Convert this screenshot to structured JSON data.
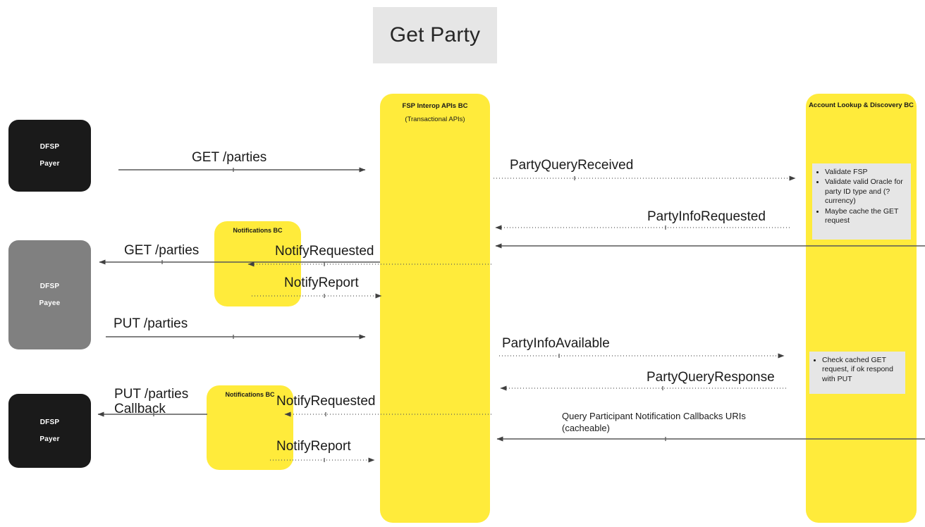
{
  "diagram": {
    "title": "Get Party",
    "type": "sequence-diagram"
  },
  "actors": [
    {
      "id": "dfsp-payer-top",
      "line1": "DFSP",
      "line2": "Payer",
      "color": "#1a1a1a"
    },
    {
      "id": "dfsp-payee",
      "line1": "DFSP",
      "line2": "Payee",
      "color": "#808080"
    },
    {
      "id": "dfsp-payer-bot",
      "line1": "DFSP",
      "line2": "Payer",
      "color": "#1a1a1a"
    }
  ],
  "lifelines": [
    {
      "id": "fsp-interop",
      "title": "FSP Interop APIs BC",
      "subtitle": "(Transactional APIs)",
      "color": "#ffeb3b"
    },
    {
      "id": "account-lookup",
      "title": "Account Lookup & Discovery BC",
      "subtitle": "",
      "color": "#ffeb3b"
    }
  ],
  "notification_boxes": [
    {
      "id": "notif-top",
      "title": "Notifications BC",
      "color": "#ffeb3b"
    },
    {
      "id": "notif-bot",
      "title": "Notifications BC",
      "color": "#ffeb3b"
    }
  ],
  "notes": [
    {
      "id": "note-validate",
      "bullets": [
        "Validate FSP",
        "Validate valid Oracle for party ID type and (?currency)",
        "Maybe cache the GET request"
      ]
    },
    {
      "id": "note-cached",
      "bullets": [
        "Check cached GET request, if ok respond with PUT"
      ]
    }
  ],
  "messages": [
    {
      "id": "m1",
      "label": "GET /parties",
      "style": "solid",
      "direction": "right"
    },
    {
      "id": "m2",
      "label": "PartyQueryReceived",
      "style": "dotted",
      "direction": "right"
    },
    {
      "id": "m3",
      "label": "PartyInfoRequested",
      "style": "dotted",
      "direction": "left"
    },
    {
      "id": "m4",
      "label": "",
      "style": "solid",
      "direction": "left"
    },
    {
      "id": "m5",
      "label": "GET /parties",
      "style": "solid",
      "direction": "left"
    },
    {
      "id": "m6",
      "label": "NotifyRequested",
      "style": "dotted",
      "direction": "left"
    },
    {
      "id": "m7",
      "label": "NotifyReport",
      "style": "dotted",
      "direction": "right"
    },
    {
      "id": "m8",
      "label": "PUT /parties",
      "style": "solid",
      "direction": "right"
    },
    {
      "id": "m9",
      "label": "PartyInfoAvailable",
      "style": "dotted",
      "direction": "right"
    },
    {
      "id": "m10",
      "label": "PartyQueryResponse",
      "style": "dotted",
      "direction": "left"
    },
    {
      "id": "m11",
      "label": "Query Participant Notification Callbacks URIs (cacheable)",
      "style": "solid",
      "direction": "left"
    },
    {
      "id": "m12",
      "label": "PUT /parties Callback",
      "style": "solid",
      "direction": "left"
    },
    {
      "id": "m13",
      "label": "NotifyRequested",
      "style": "dotted",
      "direction": "left"
    },
    {
      "id": "m14",
      "label": "NotifyReport",
      "style": "dotted",
      "direction": "right"
    }
  ],
  "labels": {
    "get_parties_1": "GET /parties",
    "party_query_received": "PartyQueryReceived",
    "party_info_requested": "PartyInfoRequested",
    "get_parties_2": "GET /parties",
    "notify_requested_1": "NotifyRequested",
    "notify_report_1": "NotifyReport",
    "put_parties": "PUT /parties",
    "party_info_available": "PartyInfoAvailable",
    "party_query_response": "PartyQueryResponse",
    "query_participant_l1": "Query Participant Notification Callbacks URIs",
    "query_participant_l2": "(cacheable)",
    "put_parties_callback_l1": "PUT /parties",
    "put_parties_callback_l2": "Callback",
    "notify_requested_2": "NotifyRequested",
    "notify_report_2": "NotifyReport"
  },
  "colors": {
    "accent_yellow": "#ffeb3b",
    "actor_dark": "#1a1a1a",
    "actor_grey": "#808080",
    "note_grey": "#e6e6e6",
    "title_grey": "#e6e6e6",
    "line_grey": "#595959"
  }
}
